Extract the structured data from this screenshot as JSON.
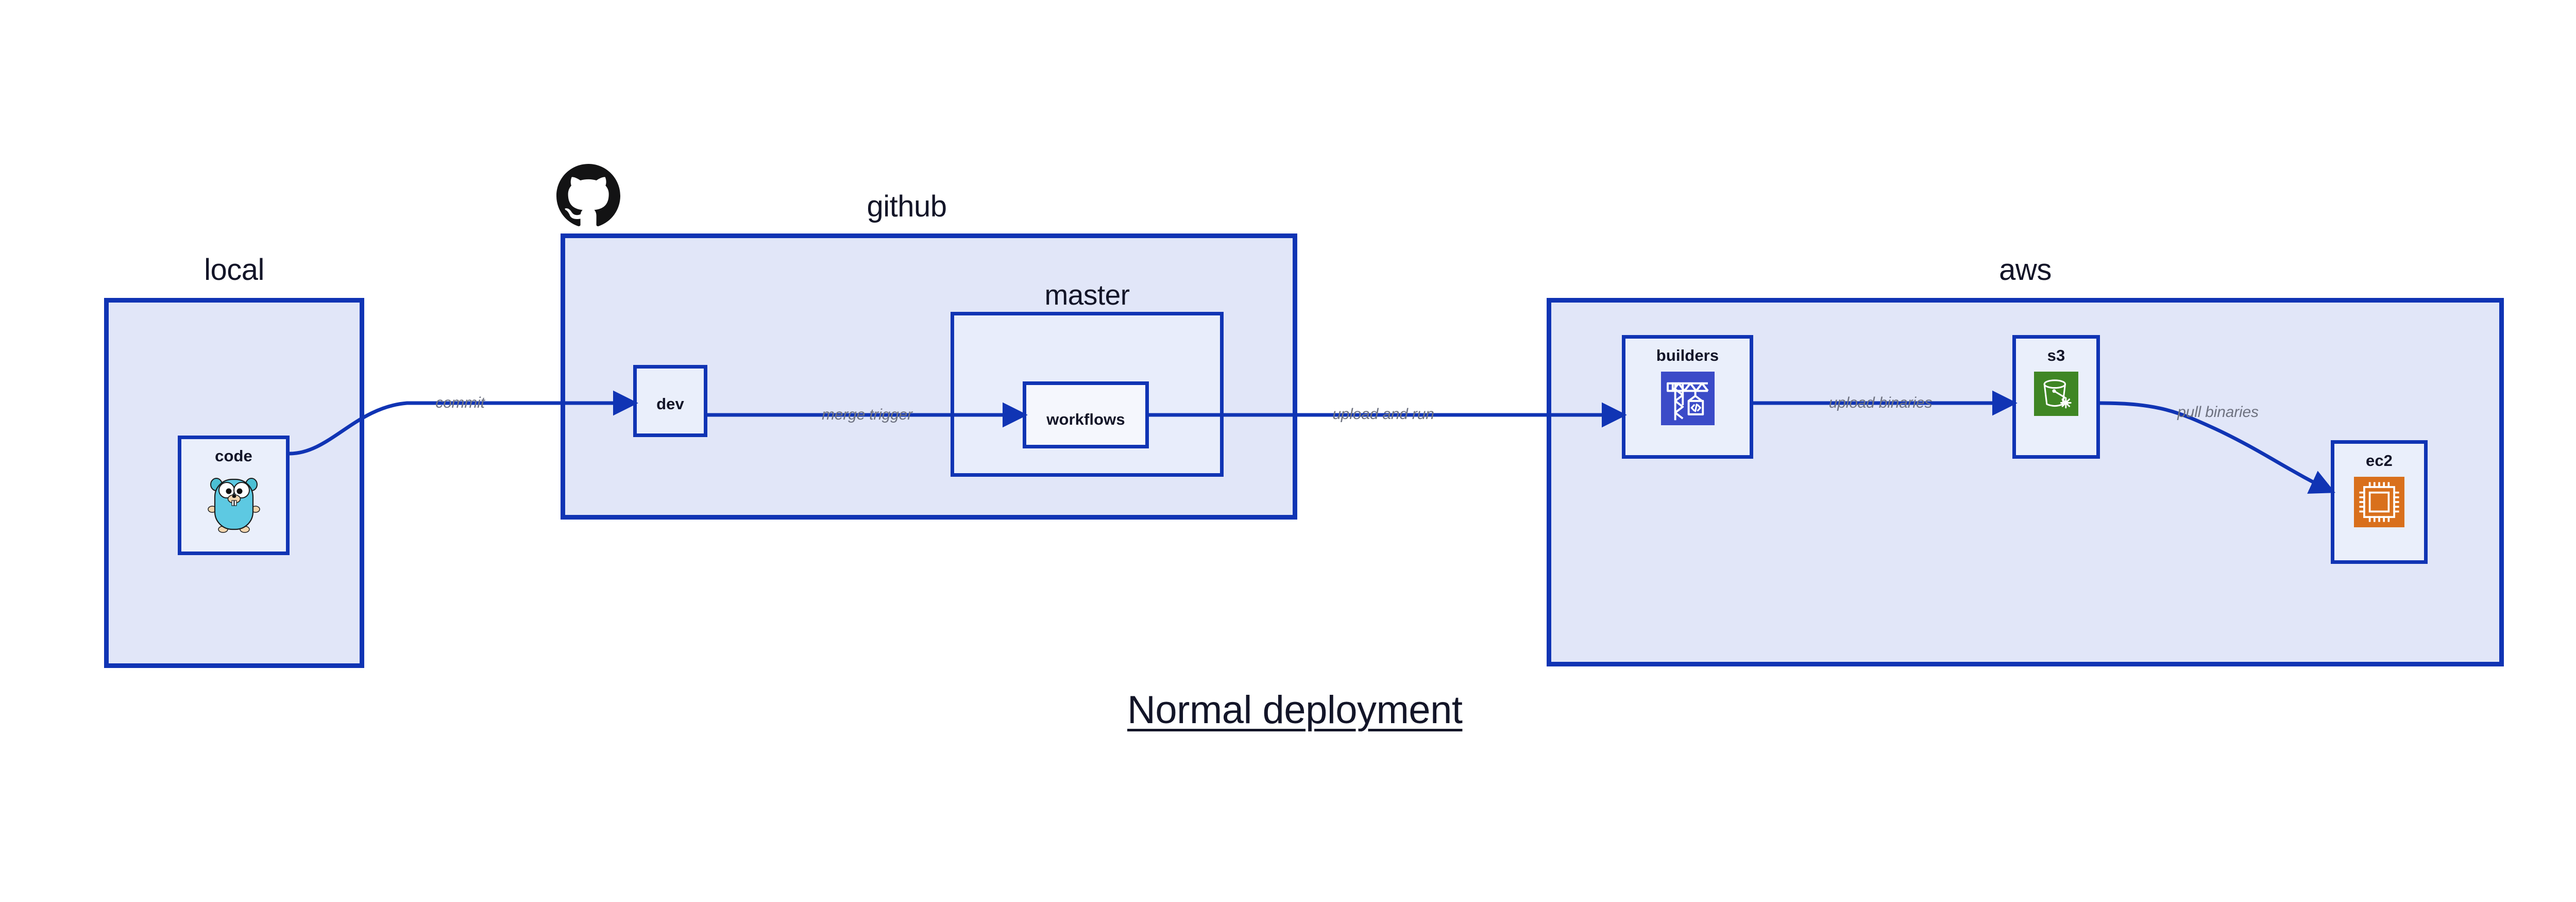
{
  "title": "Normal deployment",
  "colors": {
    "group_border": "#1034B4",
    "group_fill": "#E1E6F8",
    "group_fill_nested": "#E8EDFB",
    "node_fill": "#EAEFFB",
    "node_fill_light": "#F5F7FD",
    "label_text": "#131528",
    "edge_label_text": "#6E7280",
    "wire": "#1034B4",
    "go_gopher_body": "#5DC9E2",
    "aws_builders_bg": "#3B4BC8",
    "aws_s3_bg": "#3F8624",
    "aws_ec2_bg": "#D9701C",
    "background": "#FFFFFF"
  },
  "groups": {
    "local": {
      "label": "local"
    },
    "github": {
      "label": "github",
      "icon": "github-octocat-icon"
    },
    "master": {
      "label": "master"
    },
    "aws": {
      "label": "aws"
    }
  },
  "nodes": {
    "code": {
      "label": "code",
      "icon": "go-gopher-icon"
    },
    "dev": {
      "label": "dev",
      "icon": ""
    },
    "workflows": {
      "label": "workflows",
      "icon": ""
    },
    "builders": {
      "label": "builders",
      "icon": "aws-codebuild-crane-icon"
    },
    "s3": {
      "label": "s3",
      "icon": "aws-s3-bucket-icon"
    },
    "ec2": {
      "label": "ec2",
      "icon": "aws-ec2-chip-icon"
    }
  },
  "edges": [
    {
      "id": "commit",
      "label": "commit",
      "from": "code",
      "to": "dev"
    },
    {
      "id": "merge-trigger",
      "label": "merge trigger",
      "from": "dev",
      "to": "workflows"
    },
    {
      "id": "upload-and-run",
      "label": "upload and run",
      "from": "workflows",
      "to": "builders"
    },
    {
      "id": "upload-binaries",
      "label": "upload binaries",
      "from": "builders",
      "to": "s3"
    },
    {
      "id": "pull-binaries",
      "label": "pull binaries",
      "from": "s3",
      "to": "ec2"
    }
  ]
}
